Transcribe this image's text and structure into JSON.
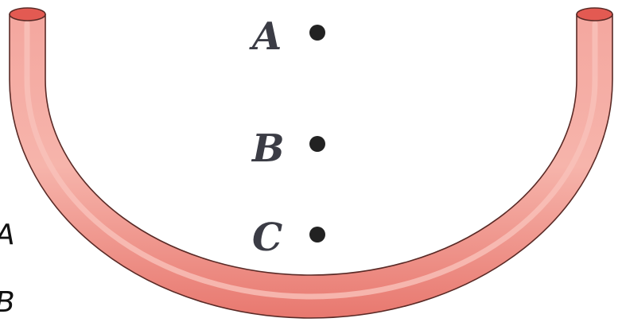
{
  "points": [
    {
      "id": "A",
      "label": "A"
    },
    {
      "id": "B",
      "label": "B"
    },
    {
      "id": "C",
      "label": "C"
    }
  ],
  "side_labels": [
    "A",
    "B"
  ],
  "colors": {
    "tube_fill": "#e8786f",
    "tube_highlight": "#f7b1a8",
    "tube_outline": "#5a2a26",
    "tube_opening": "#e35a52",
    "dot": "#222222",
    "text": "#3b3c45"
  }
}
